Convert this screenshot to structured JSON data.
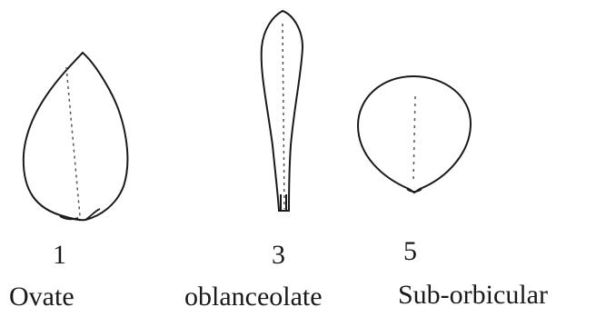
{
  "leaves": [
    {
      "number": "1",
      "name": "Ovate"
    },
    {
      "number": "3",
      "name": "oblanceolate"
    },
    {
      "number": "5",
      "name": "Sub-orbicular"
    }
  ],
  "colors": {
    "outline": "#1a1a1a",
    "midrib": "#555555",
    "background": "#ffffff"
  }
}
